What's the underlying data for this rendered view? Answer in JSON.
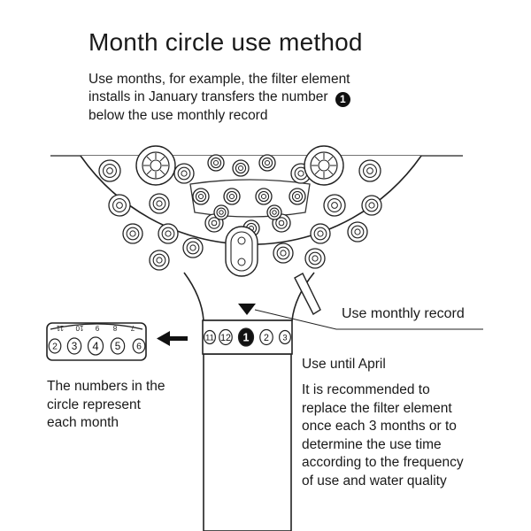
{
  "title": "Month circle use method",
  "intro": {
    "line1": "Use months, for example, the filter element",
    "line2_before": "installs in January transfers the number",
    "badge_number": "1",
    "line3": "below the use monthly record"
  },
  "labels": {
    "use_monthly_record": "Use monthly record",
    "use_until": "Use until April",
    "recommendation_lines": [
      "It is recommended to",
      "replace the filter element",
      "once each 3 months or to",
      "determine the use time",
      "according to the frequency",
      "of use and water quality"
    ],
    "circle_desc_lines": [
      "The numbers in the",
      "circle represent",
      "each month"
    ]
  },
  "ring_on_handle": [
    "11",
    "12",
    "1",
    "2",
    "3"
  ],
  "ring_loose_front": [
    "2",
    "3",
    "4",
    "5",
    "6"
  ],
  "ring_loose_back": [
    "11",
    "10",
    "9",
    "8",
    "7"
  ],
  "colors": {
    "line": "#222222",
    "text": "#1a1a1a",
    "background": "#ffffff"
  }
}
